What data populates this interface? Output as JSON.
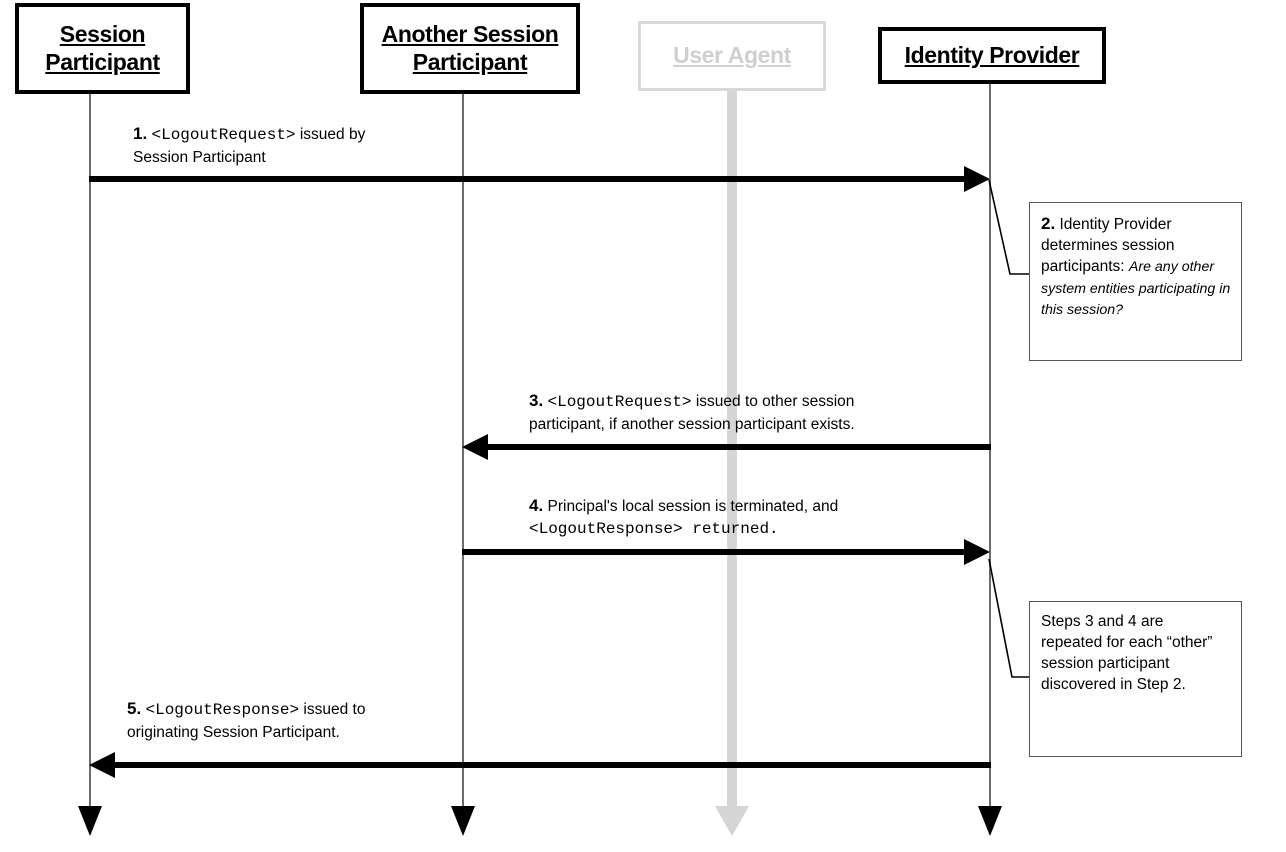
{
  "diagram": {
    "type": "uml-sequence-diagram",
    "title": "Single Logout (SP-initiated) sequence",
    "background_color": "#ffffff",
    "line_color": "#000000",
    "muted_color": "#d5d5d5"
  },
  "actors": [
    {
      "id": "session-participant",
      "label": "Session\nParticipant",
      "muted": false
    },
    {
      "id": "another-session-participant",
      "label": "Another Session\nParticipant",
      "muted": false
    },
    {
      "id": "user-agent",
      "label": "User Agent",
      "muted": true
    },
    {
      "id": "identity-provider",
      "label": "Identity Provider",
      "muted": false
    }
  ],
  "messages": [
    {
      "number": "1.",
      "direction": "right",
      "from": "session-participant",
      "to": "identity-provider",
      "label_lines": [
        [
          {
            "t": "1.",
            "style": "bold"
          },
          {
            "t": " "
          },
          {
            "t": "<LogoutRequest>",
            "style": "mono"
          },
          {
            "t": " issued by"
          }
        ],
        [
          {
            "t": "Session Participant"
          }
        ]
      ]
    },
    {
      "number": "3.",
      "direction": "left",
      "from": "identity-provider",
      "to": "another-session-participant",
      "label_lines": [
        [
          {
            "t": "3.",
            "style": "bold"
          },
          {
            "t": " "
          },
          {
            "t": "<LogoutRequest>",
            "style": "mono"
          },
          {
            "t": " issued to other session"
          }
        ],
        [
          {
            "t": "participant, if another session participant exists."
          }
        ]
      ]
    },
    {
      "number": "4.",
      "direction": "right",
      "from": "another-session-participant",
      "to": "identity-provider",
      "label_lines": [
        [
          {
            "t": "4.",
            "style": "bold"
          },
          {
            "t": " Principal's local session is terminated, and"
          }
        ],
        [
          {
            "t": "<LogoutResponse> returned.",
            "style": "mono"
          }
        ]
      ]
    },
    {
      "number": "5.",
      "direction": "left",
      "from": "identity-provider",
      "to": "session-participant",
      "label_lines": [
        [
          {
            "t": "5.",
            "style": "bold"
          },
          {
            "t": " "
          },
          {
            "t": "<LogoutResponse>",
            "style": "mono"
          },
          {
            "t": " issued to"
          }
        ],
        [
          {
            "t": "originating Session Participant."
          }
        ]
      ]
    }
  ],
  "notes": [
    {
      "id": "note-step-2",
      "attached_to": "identity-provider",
      "lines": [
        [
          {
            "t": "2.",
            "style": "bold"
          },
          {
            "t": " Identity Provider"
          }
        ],
        [
          {
            "t": "determines session"
          }
        ],
        [
          {
            "t": "participants: "
          },
          {
            "t": "Are any other",
            "style": "italic"
          }
        ],
        [
          {
            "t": "system entities participating in",
            "style": "italic"
          }
        ],
        [
          {
            "t": "this session?",
            "style": "italic"
          }
        ]
      ]
    },
    {
      "id": "note-repeat-steps",
      "attached_to": "identity-provider",
      "lines": [
        [
          {
            "t": "Steps 3 and 4 are"
          }
        ],
        [
          {
            "t": "repeated for each “other”"
          }
        ],
        [
          {
            "t": "session participant"
          }
        ],
        [
          {
            "t": "discovered in Step 2."
          }
        ]
      ]
    }
  ]
}
